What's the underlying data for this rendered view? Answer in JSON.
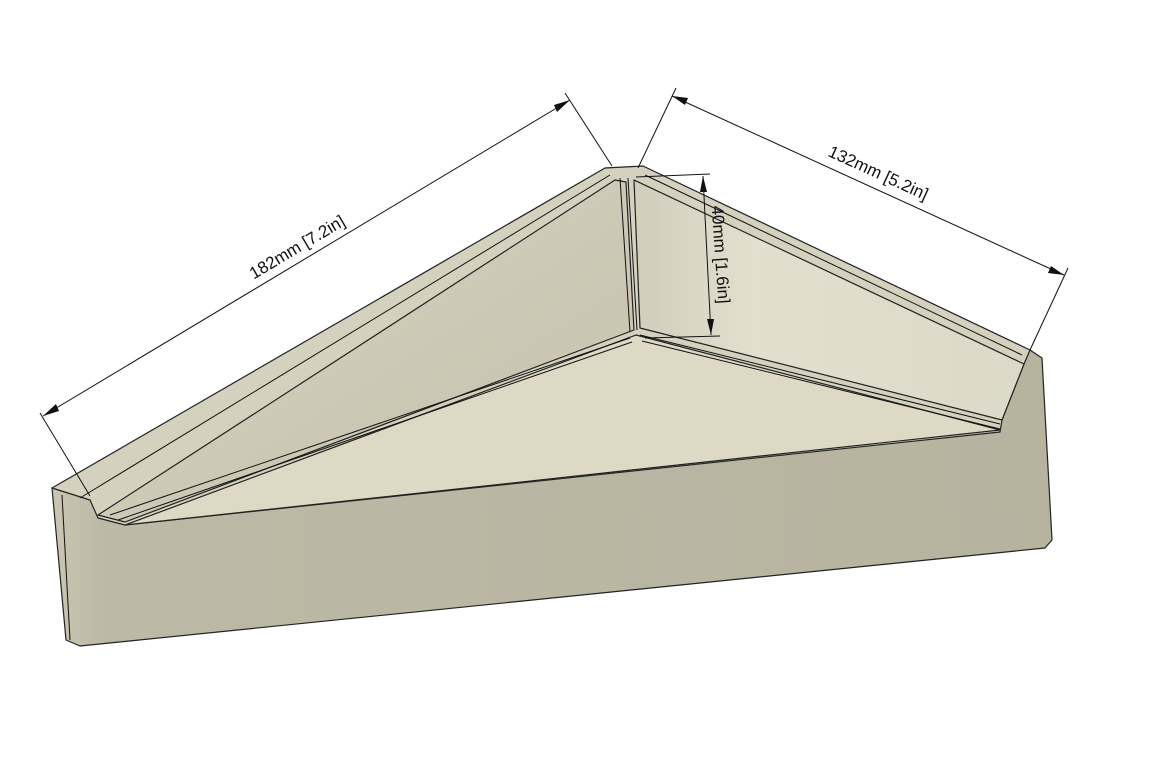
{
  "dimensions": {
    "long_side": "182mm [7.2in]",
    "short_side": "132mm [5.2in]",
    "height": "40mm [1.6in]"
  },
  "colors": {
    "front_face": "#bcb9a6",
    "left_wall": "#cdc9b6",
    "right_wall": "#dddac9",
    "floor": "#ddd9c5",
    "rim": "#d4d1bf",
    "background": "#ffffff"
  }
}
